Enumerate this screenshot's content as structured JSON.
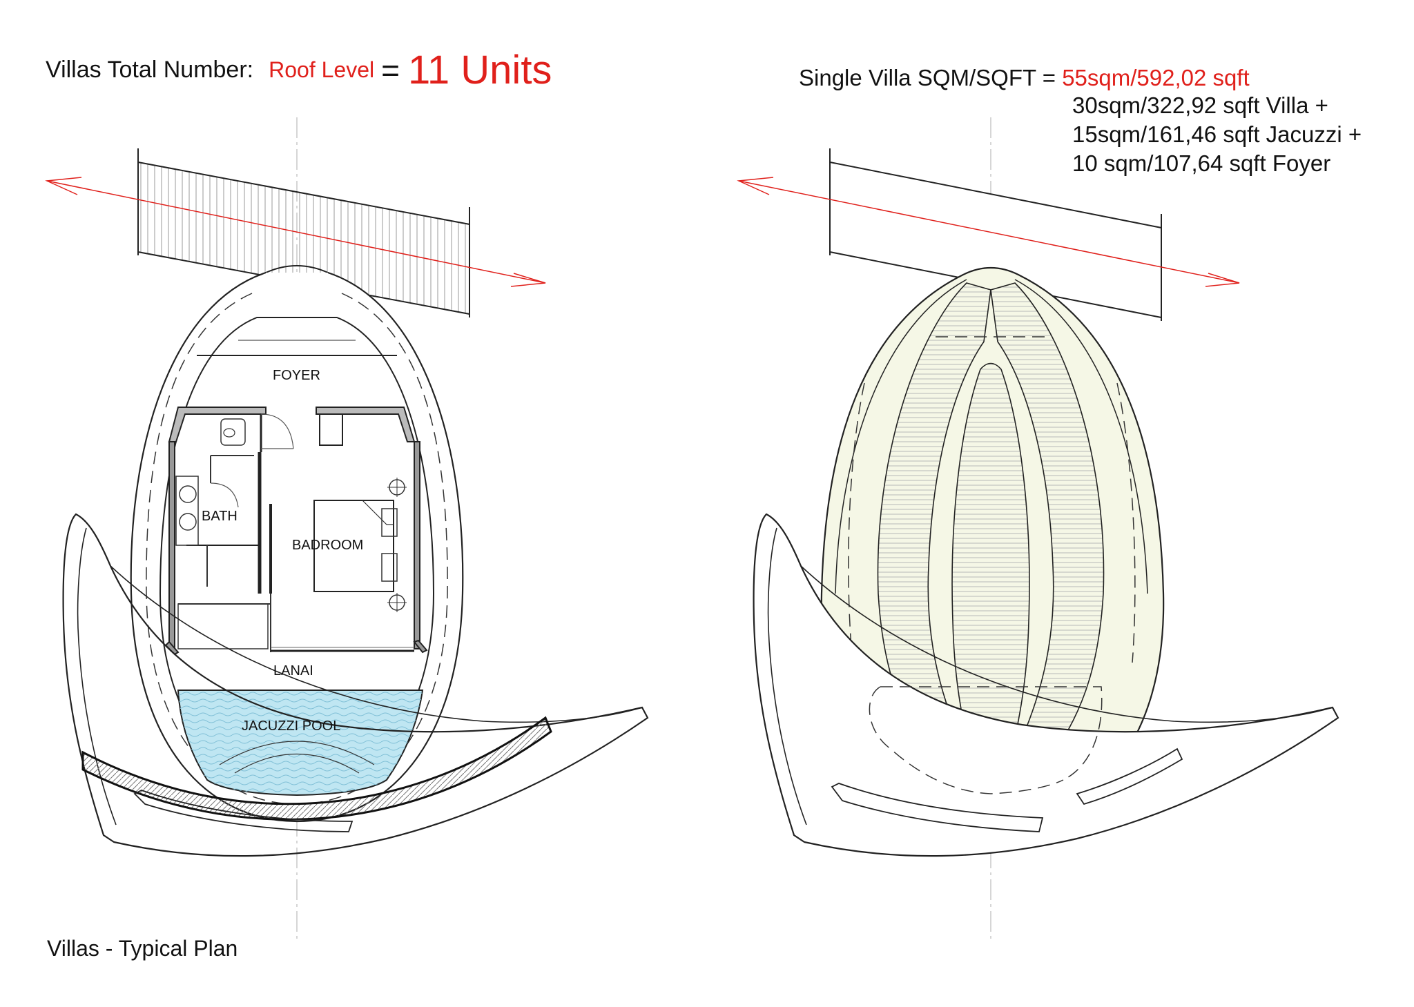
{
  "header": {
    "villas_label": "Villas Total Number:",
    "level_label": "Roof Level",
    "equals": "=",
    "units_value": "11 Units",
    "sqm_label": "Single Villa SQM/SQFT =",
    "total_area": "55sqm/592,02 sqft",
    "breakdown": [
      "30sqm/322,92 sqft Villa +",
      "15sqm/161,46 sqft Jacuzzi +",
      "10 sqm/107,64 sqft Foyer"
    ]
  },
  "plan": {
    "rooms": {
      "foyer": "FOYER",
      "bath": "BATH",
      "bedroom": "BADROOM",
      "lanai": "LANAI",
      "pool": "JACUZZI POOL"
    }
  },
  "footer": {
    "caption": "Villas  - Typical Plan"
  },
  "colors": {
    "accent": "#e0201b",
    "pool": "#bfe6f2",
    "roof_fill": "#f5f7e6",
    "line": "#222222"
  }
}
